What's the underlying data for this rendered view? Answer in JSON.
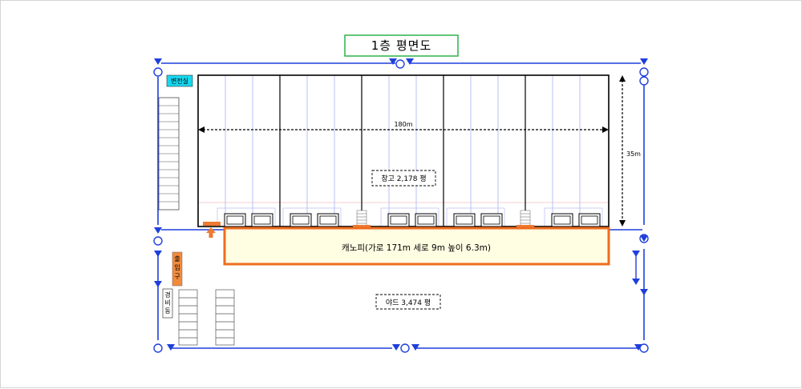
{
  "title": "1층 평면도",
  "labels": {
    "substation": "변전실",
    "width_dim": "180m",
    "depth_dim": "35m",
    "warehouse_area": "창고 2,178 평",
    "canopy": "캐노피(가로 171m  세로 9m  높이 6.3m)",
    "yard_area": "야드 3,474 평",
    "gate": [
      "출",
      "입",
      "구"
    ],
    "guardhouse": [
      "경",
      "비",
      "동"
    ]
  },
  "colors": {
    "title_border": "#2fb34a",
    "fence": "#1f3fdc",
    "substation_fill": "#16d8f0",
    "canopy_border": "#ee6c1f",
    "canopy_fill": "#fffde2",
    "gate_fill": "#f28a3c",
    "arrow": "#ee7a33",
    "grid_line": "#9aa6f0"
  }
}
